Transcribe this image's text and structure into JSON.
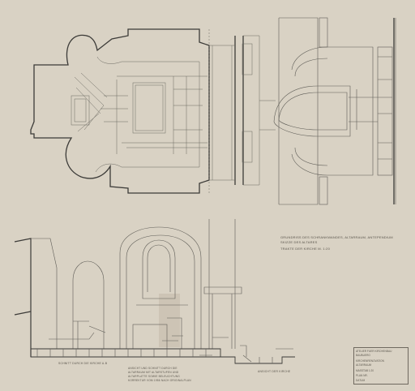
{
  "colors": {
    "paper": "#d9d2c4",
    "ink": "#5b5a55",
    "dark_ink": "#3c3b38",
    "stain": "#c7bfae"
  },
  "notes": {
    "plan_note_1": "GRUNDRISS DES SCHRANKWANDES, ALTARRAUM, ANTEPENDIUM",
    "plan_note_2": "SKIZZE DES ALTARES",
    "plan_note_3": "TRAKTE DER KIRCHE M. 1:20",
    "section_label_left": "SCHNITT DURCH DIE KIRCHE A-B",
    "section_label_right": "ANSICHT DER KIRCHE",
    "bottom_note_1": "ANSICHT UND SCHNITT DURCH DIE",
    "bottom_note_2": "ALTARRAUM MIT ALTARSTUFEN UND",
    "bottom_note_3": "ALTARPLATTE SOWIE BELEUCHTUNG",
    "bottom_note_4": "KORREKTUR VOM 1956 NACH ORIGINALPLAN"
  },
  "title_block": {
    "line1": "ATELIER FUER KIRCHENBAU",
    "line2": "BAUBUERO",
    "line3": "KIRCHENRENOVATION",
    "line4": "ALTARRAUM",
    "line5": "MASSTAB 1:20",
    "line6": "PLAN NR.",
    "line7": "DATUM"
  }
}
